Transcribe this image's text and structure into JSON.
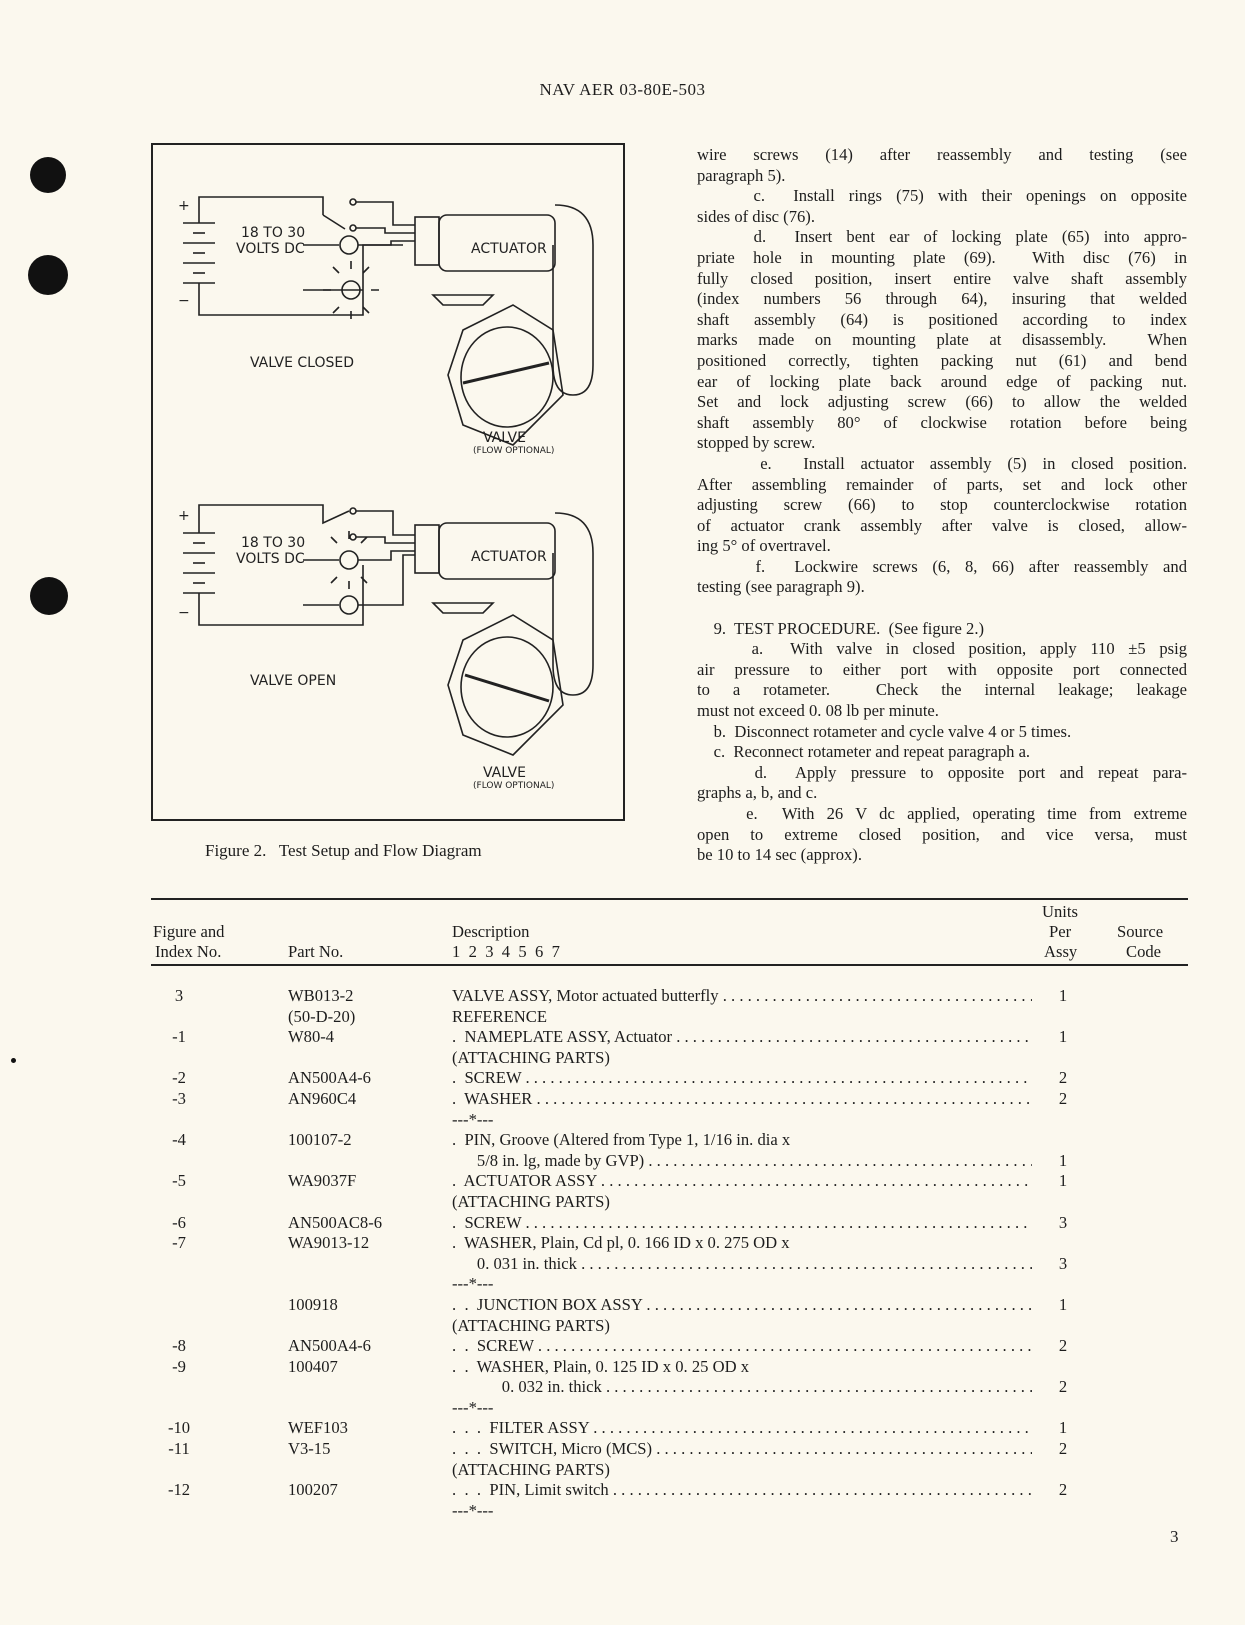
{
  "header": {
    "doc_number": "NAV AER 03-80E-503"
  },
  "figure": {
    "caption": "Figure 2.   Test Setup and Flow Diagram",
    "top_diagram": {
      "voltage_line1": "18 TO 30",
      "voltage_line2": "VOLTS DC",
      "plus": "+",
      "minus": "−",
      "actuator": "ACTUATOR",
      "state": "VALVE CLOSED",
      "valve": "VALVE",
      "flow": "(FLOW OPTIONAL)"
    },
    "bottom_diagram": {
      "voltage_line1": "18 TO 30",
      "voltage_line2": "VOLTS DC",
      "plus": "+",
      "minus": "−",
      "actuator": "ACTUATOR",
      "state": "VALVE OPEN",
      "valve": "VALVE",
      "flow": "(FLOW OPTIONAL)"
    }
  },
  "right_column": {
    "paragraphs": [
      [
        "wire screws (14) after reassembly and testing (see",
        "paragraph 5)."
      ],
      [
        "    c.  Install rings (75) with their openings on opposite",
        "sides of disc (76)."
      ],
      [
        "    d.  Insert bent ear of locking plate (65) into appro-",
        "priate hole in mounting plate (69).  With disc (76) in",
        "fully closed position, insert entire valve shaft assembly",
        "(index numbers 56 through 64), insuring that welded",
        "shaft assembly (64) is positioned according to index",
        "marks made on mounting plate at disassembly.  When",
        "positioned correctly, tighten packing nut (61) and bend",
        "ear of locking plate back around edge of packing nut.",
        "Set and lock adjusting screw (66) to allow the welded",
        "shaft assembly 80° of clockwise rotation before being",
        "stopped by screw."
      ],
      [
        "    e.  Install actuator assembly (5) in closed position.",
        "After assembling remainder of parts, set and lock other",
        "adjusting screw (66) to stop counterclockwise rotation",
        "of actuator crank assembly after valve is closed, allow-",
        "ing 5° of overtravel."
      ],
      [
        "    f.  Lockwire screws (6, 8, 66) after reassembly and",
        "testing (see paragraph 9)."
      ],
      [],
      [
        "    9.  TEST PROCEDURE.  (See figure 2.)"
      ],
      [
        "    a.  With valve in closed position, apply 110 ±5 psig",
        "air pressure to either port with opposite port connected",
        "to a rotameter.  Check the internal leakage; leakage",
        "must not exceed 0. 08 lb per minute."
      ],
      [
        "    b.  Disconnect rotameter and cycle valve 4 or 5 times."
      ],
      [
        "    c.  Reconnect rotameter and repeat paragraph a."
      ],
      [
        "    d.  Apply pressure to opposite port and repeat para-",
        "graphs a, b, and c."
      ],
      [
        "    e.  With 26 V dc applied, operating time from extreme",
        "open to extreme closed position, and vice versa, must",
        "be 10 to 14 sec (approx)."
      ]
    ]
  },
  "parts_table": {
    "headers": {
      "figure_index_1": "Figure and",
      "figure_index_2": "Index No.",
      "part_no": "Part No.",
      "description": "Description",
      "indent_levels": "1  2  3  4  5  6  7",
      "units_1": "Units",
      "units_2": "Per",
      "units_3": "Assy",
      "source_1": "Source",
      "source_2": "Code"
    },
    "rows": [
      {
        "index": "3",
        "part": "WB013-2",
        "desc": "VALVE ASSY, Motor actuated butterfly",
        "units": "1",
        "leader": true
      },
      {
        "index": "",
        "part": "(50-D-20)",
        "desc": "REFERENCE",
        "units": "",
        "leader": false
      },
      {
        "index": "-1",
        "part": "W80-4",
        "desc": ".  NAMEPLATE ASSY, Actuator",
        "units": "1",
        "leader": true
      },
      {
        "index": "",
        "part": "",
        "desc": "(ATTACHING PARTS)",
        "units": "",
        "leader": false
      },
      {
        "index": "-2",
        "part": "AN500A4-6",
        "desc": ".  SCREW",
        "units": "2",
        "leader": true
      },
      {
        "index": "-3",
        "part": "AN960C4",
        "desc": ".  WASHER",
        "units": "2",
        "leader": true
      },
      {
        "index": "",
        "part": "",
        "desc": "---*---",
        "units": "",
        "leader": false
      },
      {
        "index": "-4",
        "part": "100107-2",
        "desc": ".  PIN, Groove (Altered from Type 1, 1/16 in. dia x",
        "units": "",
        "leader": false
      },
      {
        "index": "",
        "part": "",
        "desc": "      5/8 in. lg, made by GVP)",
        "units": "1",
        "leader": true
      },
      {
        "index": "-5",
        "part": "WA9037F",
        "desc": ".  ACTUATOR ASSY",
        "units": "1",
        "leader": true
      },
      {
        "index": "",
        "part": "",
        "desc": "(ATTACHING PARTS)",
        "units": "",
        "leader": false
      },
      {
        "index": "-6",
        "part": "AN500AC8-6",
        "desc": ".  SCREW",
        "units": "3",
        "leader": true
      },
      {
        "index": "-7",
        "part": "WA9013-12",
        "desc": ".  WASHER, Plain, Cd pl, 0. 166 ID x 0. 275 OD x",
        "units": "",
        "leader": false
      },
      {
        "index": "",
        "part": "",
        "desc": "      0. 031 in. thick",
        "units": "3",
        "leader": true
      },
      {
        "index": "",
        "part": "",
        "desc": "---*---",
        "units": "",
        "leader": false
      },
      {
        "index": "",
        "part": "100918",
        "desc": ".  .  JUNCTION BOX ASSY",
        "units": "1",
        "leader": true
      },
      {
        "index": "",
        "part": "",
        "desc": "(ATTACHING PARTS)",
        "units": "",
        "leader": false
      },
      {
        "index": "-8",
        "part": "AN500A4-6",
        "desc": ".  .  SCREW",
        "units": "2",
        "leader": true
      },
      {
        "index": "-9",
        "part": "100407",
        "desc": ".  .  WASHER, Plain, 0. 125 ID x 0. 25 OD x",
        "units": "",
        "leader": false
      },
      {
        "index": "",
        "part": "",
        "desc": "            0. 032 in. thick",
        "units": "2",
        "leader": true
      },
      {
        "index": "",
        "part": "",
        "desc": "---*---",
        "units": "",
        "leader": false
      },
      {
        "index": "-10",
        "part": "WEF103",
        "desc": ".  .  .  FILTER ASSY",
        "units": "1",
        "leader": true
      },
      {
        "index": "-11",
        "part": "V3-15",
        "desc": ".  .  .  SWITCH, Micro (MCS)",
        "units": "2",
        "leader": true
      },
      {
        "index": "",
        "part": "",
        "desc": "(ATTACHING PARTS)",
        "units": "",
        "leader": false
      },
      {
        "index": "-12",
        "part": "100207",
        "desc": ".  .  .  PIN, Limit switch",
        "units": "2",
        "leader": true
      },
      {
        "index": "",
        "part": "",
        "desc": "---*---",
        "units": "",
        "leader": false
      }
    ]
  },
  "page_number": "3"
}
